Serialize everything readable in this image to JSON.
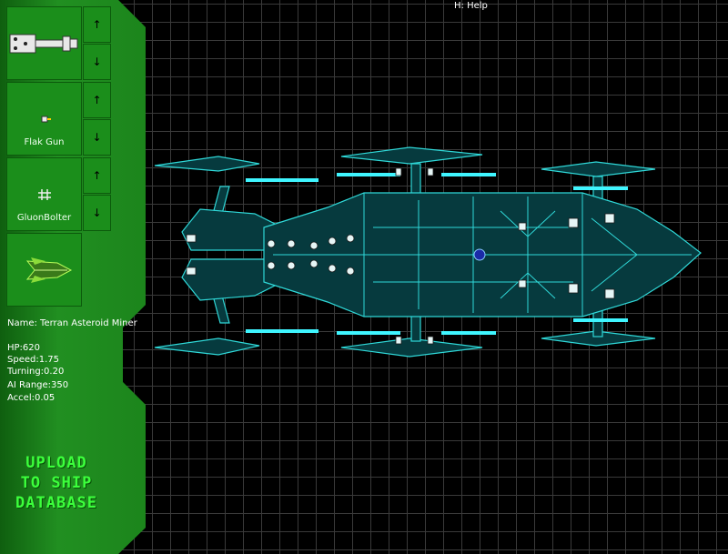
{
  "header": {
    "help": "H: Help"
  },
  "slots": [
    {
      "label": "",
      "icon": "beam-weapon-icon"
    },
    {
      "label": "Flak Gun",
      "icon": "flak-gun-icon"
    },
    {
      "label": "GluonBolter",
      "icon": "gluon-bolter-icon"
    }
  ],
  "arrows": {
    "up": "↑",
    "down": "↓"
  },
  "ship_info": {
    "name": "Name: Terran Asteroid Miner",
    "hp": "HP:620",
    "speed": "Speed:1.75",
    "turning": "Turning:0.20",
    "ai_range": "AI Range:350",
    "accel": "Accel:0.05"
  },
  "upload": {
    "line1": "UPLOAD",
    "line2": "TO SHIP",
    "line3": "DATABASE"
  },
  "colors": {
    "panel": "#1d8a1d",
    "ship": "#2fd8d8",
    "accent": "#3cff3c"
  }
}
